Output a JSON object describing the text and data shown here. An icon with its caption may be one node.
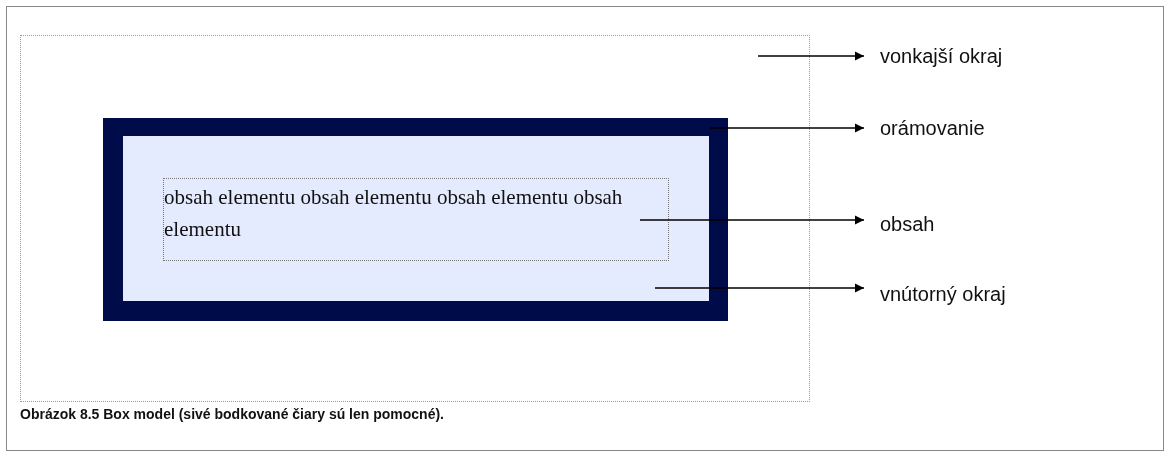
{
  "diagram": {
    "caption": "Obrázok 8.5 Box model (sivé bodkované čiary sú len pomocné).",
    "nodes": [
      {
        "text": [],
        "shape": "box"
      },
      {
        "text": [],
        "shape": "box",
        "in": 0
      },
      {
        "text": [],
        "shape": "box",
        "in": 1
      },
      {
        "text": [
          "obsah elementu obsah elementu obsah elementu obsah elementu"
        ],
        "in": 2
      },
      {
        "text": [
          "vonkajší okraj"
        ]
      },
      {
        "text": [
          "orámovanie"
        ]
      },
      {
        "text": [
          "obsah"
        ]
      },
      {
        "text": [
          "vnútorný okraj"
        ]
      }
    ],
    "edges": [
      {
        "from": 0,
        "to": 4,
        "arrow": "to"
      },
      {
        "from": 1,
        "to": 5,
        "arrow": "to"
      },
      {
        "from": 3,
        "to": 6,
        "arrow": "to"
      },
      {
        "from": 2,
        "to": 7,
        "arrow": "to"
      }
    ]
  }
}
